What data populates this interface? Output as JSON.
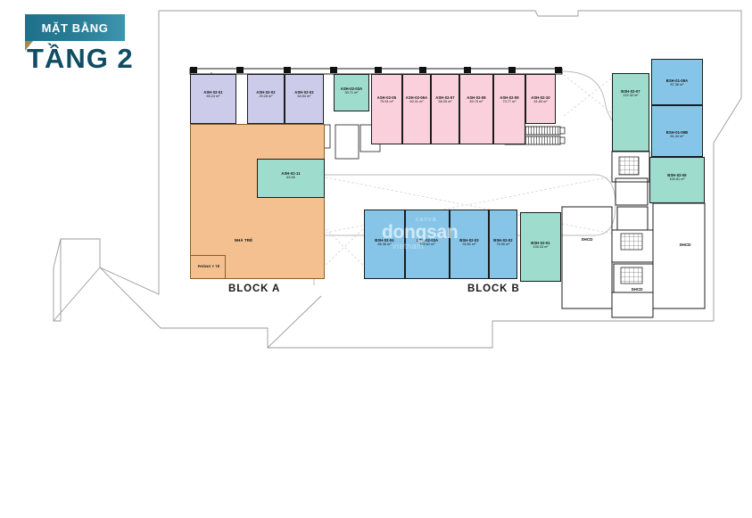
{
  "header": {
    "ribbon_label": "MẶT BẰNG",
    "floor_label": "TẦNG 2",
    "ribbon_color": "#2a7e97",
    "title_color": "#0f4d63"
  },
  "watermark": {
    "top": "canva",
    "main": "dongsan",
    "bottom": "vietnam"
  },
  "blocks": [
    {
      "name": "block-a",
      "label": "BLOCK A"
    },
    {
      "name": "block-b",
      "label": "BLOCK B"
    }
  ],
  "legend_colors": {
    "lavender": "#ccccea",
    "pink": "#fbd0dd",
    "blue": "#86c5e8",
    "mint": "#9edcce",
    "orange": "#f5c08f",
    "outline": "#1c1c1c"
  },
  "units": [
    {
      "code": "ASH-02-01",
      "area": "89.24 m²",
      "color": "lavender"
    },
    {
      "code": "ASH-02-02",
      "area": "29.28 m²",
      "color": "lavender"
    },
    {
      "code": "ASH-02-03",
      "area": "64.54 m²",
      "color": "lavender"
    },
    {
      "code": "ASH-02-03A",
      "area": "30.71 m²",
      "color": "mint"
    },
    {
      "code": "ASH-02-05",
      "area": "75.94 m²",
      "color": "pink"
    },
    {
      "code": "ASH-02-06A",
      "area": "60.31 m²",
      "color": "pink"
    },
    {
      "code": "ASH-02-07",
      "area": "58.35 m²",
      "color": "pink"
    },
    {
      "code": "ASH-02-08",
      "area": "83.75 m²",
      "color": "pink"
    },
    {
      "code": "ASH-02-09",
      "area": "73.77 m²",
      "color": "pink"
    },
    {
      "code": "ASH-02-10",
      "area": "61.80 m²",
      "color": "pink"
    },
    {
      "code": "ASH-02-11",
      "area": "63.46",
      "color": "mint"
    },
    {
      "code": "BSH-02-04",
      "area": "86.36 m²",
      "color": "blue"
    },
    {
      "code": "BSH-02-03A",
      "area": "125.62 m²",
      "color": "blue"
    },
    {
      "code": "BSH-02-03",
      "area": "92.81 m²",
      "color": "blue"
    },
    {
      "code": "BSH-02-02",
      "area": "76.90 m²",
      "color": "blue"
    },
    {
      "code": "BSH-02-01",
      "area": "135.33 m²",
      "color": "mint"
    },
    {
      "code": "BSH-02-07",
      "area": "122.32 m²",
      "color": "mint"
    },
    {
      "code": "BSH-01-09A",
      "area": "87.36 m²",
      "color": "blue"
    },
    {
      "code": "BSH-01-09B",
      "area": "81.44 m²",
      "color": "blue"
    },
    {
      "code": "BSH-02-06",
      "area": "105.81 m²",
      "color": "mint"
    }
  ],
  "rooms": [
    {
      "name": "nursery",
      "label": "NHÀ TRẺ"
    },
    {
      "name": "medical",
      "label": "PHÒNG Y TẾ"
    }
  ],
  "service_areas": [
    {
      "name": "shcd-1",
      "label": "SHCD"
    },
    {
      "name": "shcd-2",
      "label": "SHCD"
    },
    {
      "name": "shcd-3",
      "label": "SHCD"
    }
  ]
}
